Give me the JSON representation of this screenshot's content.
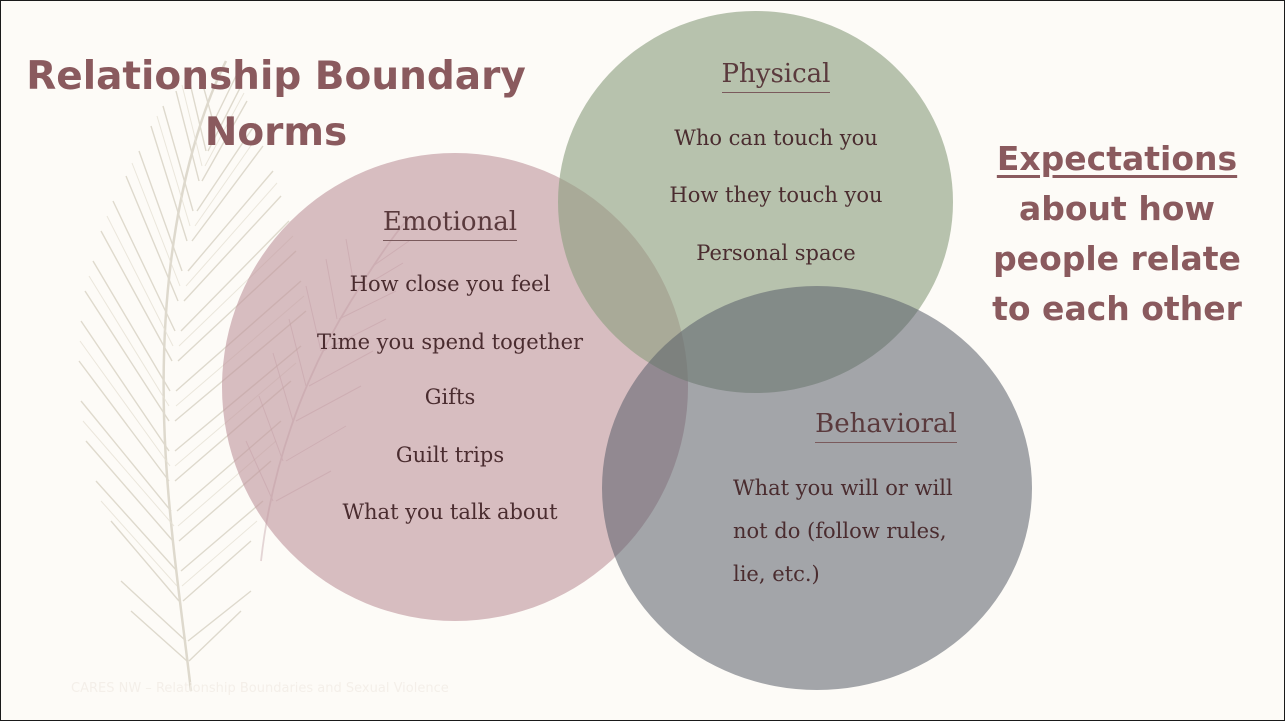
{
  "title": "Relationship Boundary Norms",
  "side": {
    "underlined": "Expectations",
    "rest": "about how people relate to each other"
  },
  "physical": {
    "heading": "Physical",
    "items": [
      "Who can touch you",
      "How they touch you",
      "Personal space"
    ]
  },
  "emotional": {
    "heading": "Emotional",
    "items": [
      "How close you feel",
      "Time you spend together",
      "Gifts",
      "Guilt trips",
      "What you talk about"
    ]
  },
  "behavioral": {
    "heading": "Behavioral",
    "text": "What you will or will not do (follow rules, lie, etc.)"
  },
  "footer": "CARES NW – Relationship Boundaries and Sexual Violence",
  "colors": {
    "title": "#8a5a5e",
    "emotional_circle": "#c0969e",
    "physical_circle": "#8c9e80",
    "behavioral_circle": "#5a5f69",
    "background": "#fdfbf7"
  }
}
